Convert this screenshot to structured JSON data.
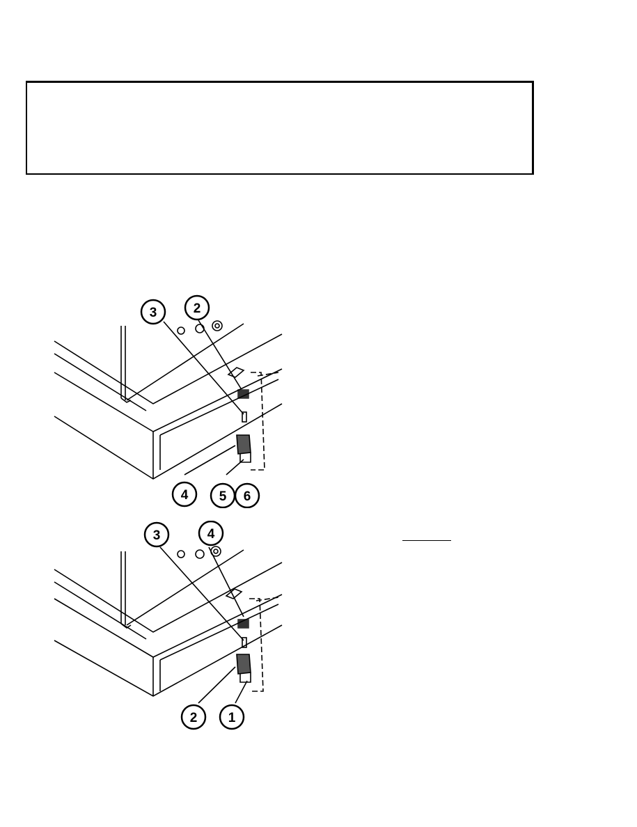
{
  "figures": [
    {
      "callouts": [
        {
          "label": "3"
        },
        {
          "label": "2"
        },
        {
          "label": "4"
        },
        {
          "label": "5"
        },
        {
          "label": "6"
        }
      ]
    },
    {
      "callouts": [
        {
          "label": "3"
        },
        {
          "label": "4"
        },
        {
          "label": "2"
        },
        {
          "label": "1"
        }
      ]
    }
  ]
}
